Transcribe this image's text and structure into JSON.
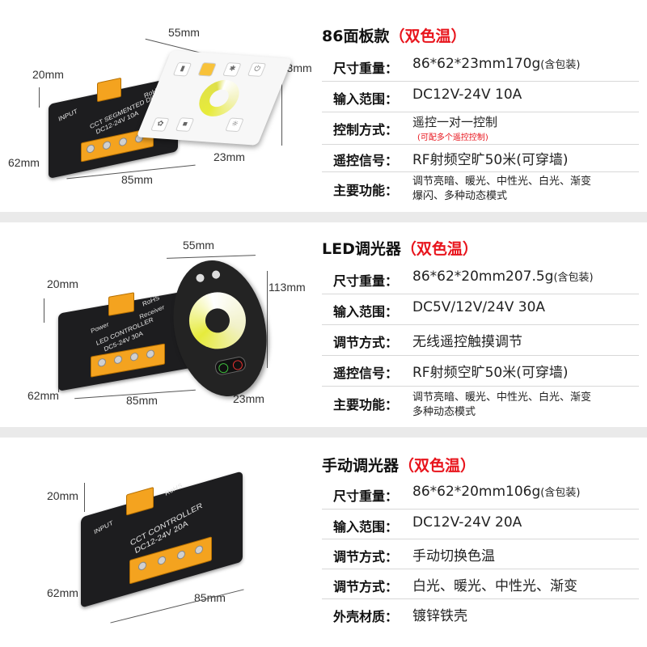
{
  "colors": {
    "accent": "#e8141c",
    "separator": "#eaeaea",
    "terminal": "#f4a31f"
  },
  "sections": [
    {
      "dims": {
        "width": "55mm",
        "height_remote": "113mm",
        "thickness": "20mm",
        "depth": "62mm",
        "length": "85mm",
        "remote_thickness": "23mm"
      },
      "device_text": {
        "line1": "CCT SEGMENTED DIM",
        "line2": "DC12-24V  10A",
        "rohs": "RoHS",
        "input": "INPUT"
      },
      "title": {
        "main": "86面板款",
        "highlight": "（双色温）"
      },
      "specs": [
        {
          "label": "尺寸重量：",
          "value": "86*62*23mm170g",
          "suffix": "(含包装)"
        },
        {
          "label": "输入范围：",
          "value": "DC12V-24V 10A"
        },
        {
          "label": "控制方式：",
          "value": "遥控一对一控制",
          "sub": "(可配多个遥控控制)"
        },
        {
          "label": "遥控信号：",
          "value": "RF射频空旷50米(可穿墙)"
        },
        {
          "label": "主要功能：",
          "value_lines": [
            "调节亮暗、暖光、中性光、白光、渐变",
            "爆闪、多种动态模式"
          ]
        }
      ]
    },
    {
      "dims": {
        "width": "55mm",
        "height_remote": "113mm",
        "thickness": "20mm",
        "depth": "62mm",
        "length": "85mm",
        "remote_thickness": "23mm"
      },
      "device_text": {
        "line1": "LED CONTROLLER",
        "line2": "DC5-24V  30A",
        "rohs": "RoHS",
        "power": "Power",
        "receiver": "Receiver"
      },
      "title": {
        "main": "LED调光器",
        "highlight": "（双色温）"
      },
      "specs": [
        {
          "label": "尺寸重量：",
          "value": "86*62*20mm207.5g",
          "suffix": "(含包装)"
        },
        {
          "label": "输入范围：",
          "value": "DC5V/12V/24V 30A"
        },
        {
          "label": "调节方式：",
          "value": "无线遥控触摸调节"
        },
        {
          "label": "遥控信号：",
          "value": "RF射频空旷50米(可穿墙)"
        },
        {
          "label": "主要功能：",
          "value_lines": [
            "调节亮暗、暖光、中性光、白光、渐变",
            "多种动态模式"
          ]
        }
      ]
    },
    {
      "dims": {
        "thickness": "20mm",
        "depth": "62mm",
        "length": "85mm"
      },
      "device_text": {
        "line1": "CCT CONTROLLER",
        "line2": "DC12-24V  20A",
        "rohs": "RoHS",
        "input": "INPUT"
      },
      "title": {
        "main": "手动调光器",
        "highlight": "（双色温）"
      },
      "specs": [
        {
          "label": "尺寸重量：",
          "value": "86*62*20mm106g",
          "suffix": "(含包装)"
        },
        {
          "label": "输入范围：",
          "value": "DC12V-24V 20A"
        },
        {
          "label": "调节方式：",
          "value": "手动切换色温"
        },
        {
          "label": "调节方式：",
          "value": "白光、暖光、中性光、渐变"
        },
        {
          "label": "外壳材质：",
          "value": "镀锌铁壳"
        }
      ]
    }
  ]
}
